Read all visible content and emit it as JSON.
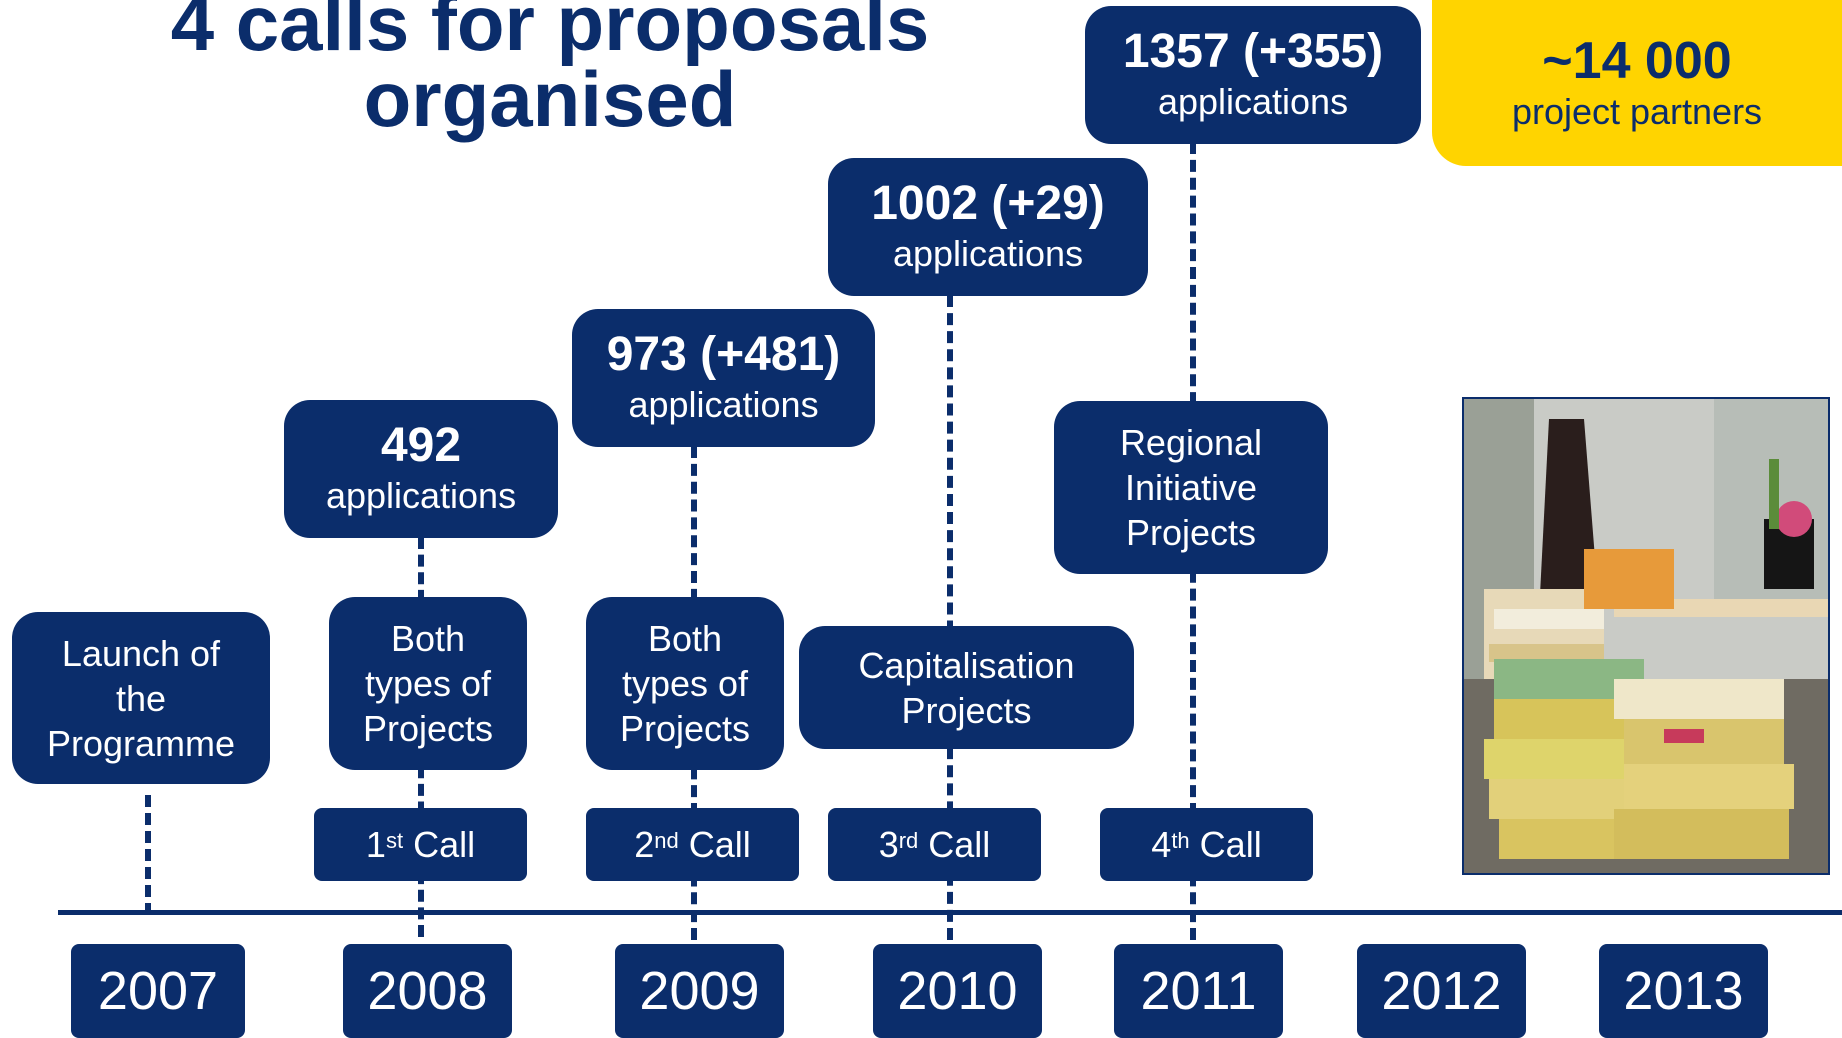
{
  "title": {
    "line1": "4 calls for proposals",
    "line2": "organised"
  },
  "partners": {
    "value": "~14 000",
    "label": "project partners"
  },
  "applications": [
    {
      "value": "492",
      "label": "applications"
    },
    {
      "value": "973 (+481)",
      "label": "applications"
    },
    {
      "value": "1002 (+29)",
      "label": "applications"
    },
    {
      "value": "1357 (+355)",
      "label": "applications"
    }
  ],
  "descriptions": {
    "launch": [
      "Launch of",
      "the",
      "Programme"
    ],
    "call1": [
      "Both",
      "types of",
      "Projects"
    ],
    "call2": [
      "Both",
      "types of",
      "Projects"
    ],
    "call3": [
      "Capitalisation",
      "Projects"
    ],
    "call4": [
      "Regional",
      "Initiative",
      "Projects"
    ]
  },
  "calls": [
    {
      "num": "1",
      "sup": "st",
      "word": " Call"
    },
    {
      "num": "2",
      "sup": "nd",
      "word": " Call"
    },
    {
      "num": "3",
      "sup": "rd",
      "word": " Call"
    },
    {
      "num": "4",
      "sup": "th",
      "word": " Call"
    }
  ],
  "years": [
    "2007",
    "2008",
    "2009",
    "2010",
    "2011",
    "2012",
    "2013"
  ],
  "colors": {
    "primary": "#0b2d6b",
    "accent": "#ffd400"
  }
}
